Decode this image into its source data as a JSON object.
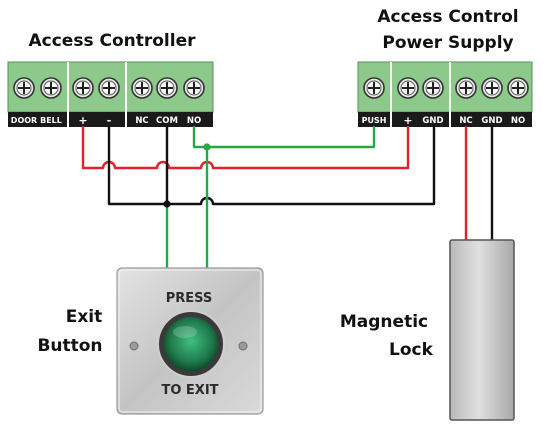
{
  "titles": {
    "controller": "Access Controller",
    "psu_line1": "Access Control",
    "psu_line2": "Power Supply"
  },
  "controller_terminals": [
    "DOOR",
    "BELL",
    "+",
    "-",
    "NC",
    "COM",
    "NO"
  ],
  "psu_terminals": [
    "PUSH",
    "+",
    "GND",
    "NC",
    "GND",
    "NO"
  ],
  "exit_button": {
    "label_line1": "Exit",
    "label_line2": "Button",
    "text_top": "PRESS",
    "text_bottom": "TO EXIT"
  },
  "magnetic_lock": {
    "label_line1": "Magnetic",
    "label_line2": "Lock"
  },
  "colors": {
    "terminal_green": "#8cc98a",
    "terminal_dark": "#1a1a1a",
    "wire_red": "#e0222a",
    "wire_black": "#111111",
    "wire_green": "#27a845"
  }
}
